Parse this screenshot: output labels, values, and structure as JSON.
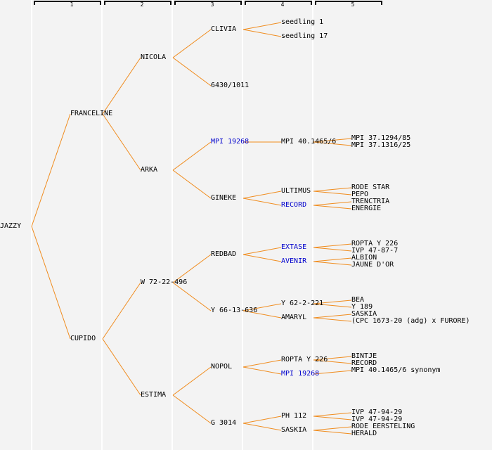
{
  "header": {
    "generations": [
      "1",
      "2",
      "3",
      "4",
      "5"
    ]
  },
  "colors": {
    "line": "#f08c1e",
    "text": "#000000",
    "link_text": "#0000cc",
    "background": "#f3f3f3"
  },
  "tree": {
    "name": "JAZZY",
    "children": [
      {
        "name": "FRANCELINE",
        "children": [
          {
            "name": "NICOLA",
            "children": [
              {
                "name": "CLIVIA",
                "children": [
                  {
                    "name": "seedling 1"
                  },
                  {
                    "name": "seedling 17"
                  }
                ]
              },
              {
                "name": "6430/1011"
              }
            ]
          },
          {
            "name": "ARKA",
            "children": [
              {
                "name": "MPI 19268",
                "link": true,
                "children": [
                  {
                    "name": "MPI 40.1465/6",
                    "children": [
                      {
                        "name": "MPI 37.1294/85"
                      },
                      {
                        "name": "MPI 37.1316/25"
                      }
                    ]
                  }
                ]
              },
              {
                "name": "GINEKE",
                "children": [
                  {
                    "name": "ULTIMUS",
                    "children": [
                      {
                        "name": "RODE STAR"
                      },
                      {
                        "name": "PEPO"
                      }
                    ]
                  },
                  {
                    "name": "RECORD",
                    "link": true,
                    "children": [
                      {
                        "name": "TRENCTRIA"
                      },
                      {
                        "name": "ENERGIE"
                      }
                    ]
                  }
                ]
              }
            ]
          }
        ]
      },
      {
        "name": "CUPIDO",
        "children": [
          {
            "name": "W 72-22-496",
            "children": [
              {
                "name": "REDBAD",
                "children": [
                  {
                    "name": "EXTASE",
                    "link": true,
                    "children": [
                      {
                        "name": "ROPTA Y 226"
                      },
                      {
                        "name": "IVP 47-87-7"
                      }
                    ]
                  },
                  {
                    "name": "AVENIR",
                    "link": true,
                    "children": [
                      {
                        "name": "ALBION"
                      },
                      {
                        "name": "JAUNE D'OR"
                      }
                    ]
                  }
                ]
              },
              {
                "name": "Y 66-13-636",
                "children": [
                  {
                    "name": "Y 62-2-221",
                    "children": [
                      {
                        "name": "BEA"
                      },
                      {
                        "name": "Y 189"
                      }
                    ]
                  },
                  {
                    "name": "AMARYL",
                    "children": [
                      {
                        "name": "SASKIA"
                      },
                      {
                        "name": "(CPC 1673-20 (adg) x FURORE)"
                      }
                    ]
                  }
                ]
              }
            ]
          },
          {
            "name": "ESTIMA",
            "children": [
              {
                "name": "NOPOL",
                "children": [
                  {
                    "name": "ROPTA Y 226",
                    "children": [
                      {
                        "name": "BINTJE"
                      },
                      {
                        "name": "RECORD"
                      }
                    ]
                  },
                  {
                    "name": "MPI 19268",
                    "link": true,
                    "children": [
                      {
                        "name": "MPI 40.1465/6 synonym"
                      }
                    ]
                  }
                ]
              },
              {
                "name": "G 3014",
                "children": [
                  {
                    "name": "PH 112",
                    "children": [
                      {
                        "name": "IVP 47-94-29"
                      },
                      {
                        "name": "IVP 47-94-29"
                      }
                    ]
                  },
                  {
                    "name": "SASKIA",
                    "children": [
                      {
                        "name": "RODE EERSTELING"
                      },
                      {
                        "name": "HERALD"
                      }
                    ]
                  }
                ]
              }
            ]
          }
        ]
      }
    ]
  }
}
